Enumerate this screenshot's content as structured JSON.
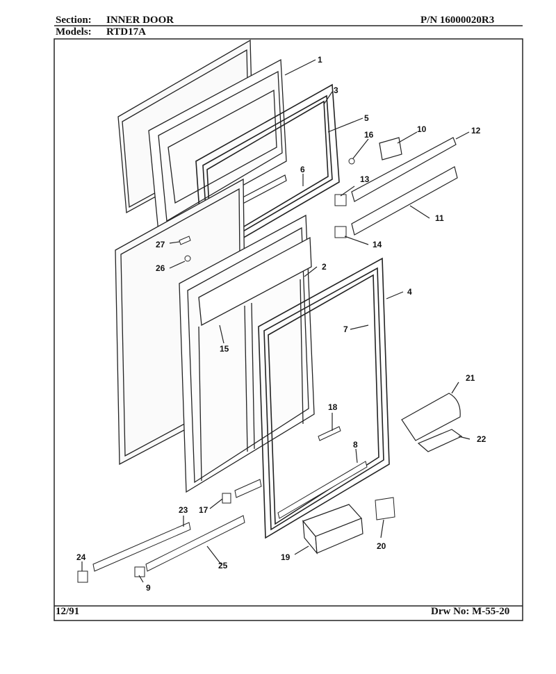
{
  "header": {
    "section_label": "Section:",
    "section_value": "INNER DOOR",
    "models_label": "Models:",
    "models_value": "RTD17A",
    "part_number": "P/N 16000020R3"
  },
  "footer": {
    "date": "12/91",
    "drawing_number": "Drw No: M-55-20"
  },
  "callouts": [
    "1",
    "2",
    "3",
    "4",
    "5",
    "6",
    "7",
    "8",
    "9",
    "10",
    "11",
    "12",
    "13",
    "14",
    "15",
    "16",
    "17",
    "18",
    "19",
    "20",
    "21",
    "22",
    "23",
    "24",
    "25",
    "26",
    "27"
  ]
}
